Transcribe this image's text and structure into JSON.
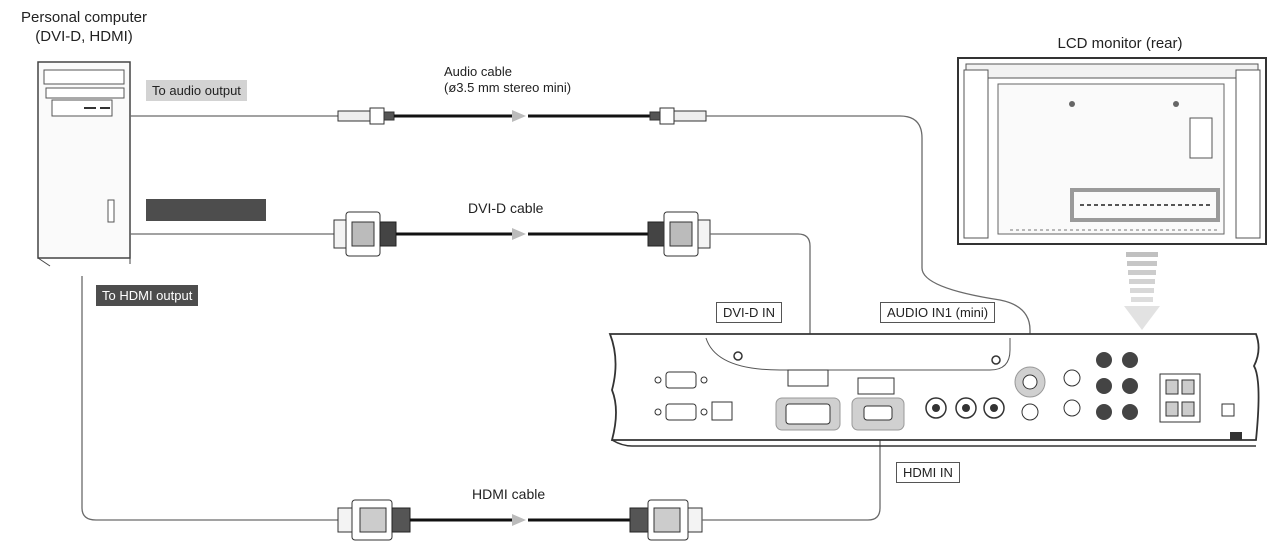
{
  "pc": {
    "title_line1": "Personal computer",
    "title_line2": "(DVI-D, HDMI)"
  },
  "monitor": {
    "title": "LCD monitor (rear)"
  },
  "pc_outputs": {
    "audio": "To audio output",
    "hdmi": "To HDMI output"
  },
  "cables": {
    "audio_line1": "Audio cable",
    "audio_line2": "(ø3.5 mm stereo mini)",
    "dvi": "DVI-D cable",
    "hdmi": "HDMI cable"
  },
  "ports": {
    "dvi_in": "DVI-D IN",
    "audio_in": "AUDIO IN1 (mini)",
    "hdmi_in": "HDMI IN"
  },
  "colors": {
    "line": "#6a6a6a",
    "tag_light": "#d3d3d3",
    "tag_dark": "#4d4d4d"
  }
}
